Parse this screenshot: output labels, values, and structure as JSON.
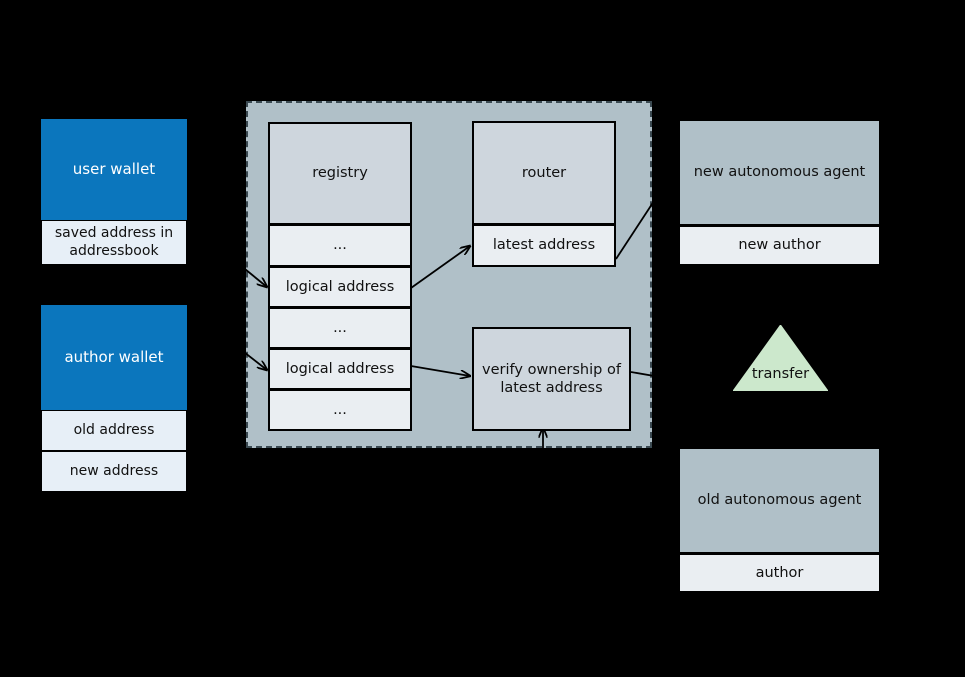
{
  "diagram": {
    "background": "#000000",
    "colors": {
      "wallet_header": "#0b76bd",
      "wallet_row": "#e7eff7",
      "region_fill": "#b0c0c8",
      "box_header": "#ced6dd",
      "box_row": "#eaeef2",
      "agent_header": "#b0c0c8",
      "transfer_fill": "#cce8cc",
      "stroke": "#000000"
    },
    "user_wallet": {
      "title": "user wallet",
      "rows": [
        "saved address in addressbook"
      ]
    },
    "author_wallet": {
      "title": "author wallet",
      "rows": [
        "old address",
        "new address"
      ]
    },
    "registry": {
      "title": "registry",
      "rows": [
        "...",
        "logical address",
        "...",
        "logical address",
        "..."
      ]
    },
    "router": {
      "title": "router",
      "rows": [
        "latest address"
      ]
    },
    "verify": {
      "label": "verify ownership of latest address"
    },
    "new_agent": {
      "title": "new autonomous agent",
      "rows": [
        "new author"
      ]
    },
    "old_agent": {
      "title": "old autonomous agent",
      "rows": [
        "author"
      ]
    },
    "transfer": {
      "label": "transfer"
    }
  }
}
